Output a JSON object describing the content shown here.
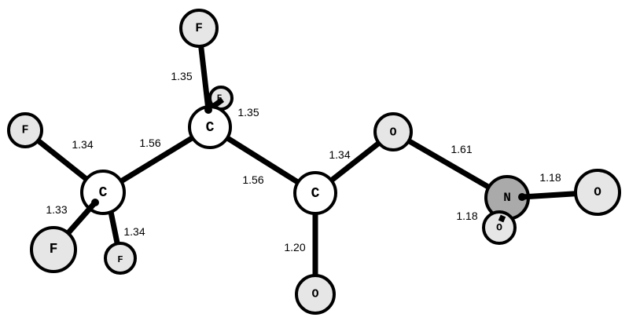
{
  "title": "Molecule ball-and-stick diagram",
  "atoms": {
    "f_top": "F",
    "f_back": "F",
    "c2": "C",
    "f_left": "F",
    "c1": "C",
    "f_bottom_left": "F",
    "f_bottom_small": "F",
    "c3": "C",
    "o_ether": "O",
    "n": "N",
    "o_n_small": "O",
    "o_n_right": "O",
    "o_carbonyl": "O"
  },
  "bond_lengths": {
    "c2_f_top": "1.35",
    "c2_f_back": "1.35",
    "c1_f_left": "1.34",
    "c1_c2": "1.56",
    "c2_c3": "1.56",
    "c1_f_bottom_left": "1.33",
    "c1_f_bottom_small": "1.34",
    "c3_o_carbonyl": "1.20",
    "c3_o_ether": "1.34",
    "o_ether_n": "1.61",
    "n_o_right": "1.18",
    "n_o_small": "1.18"
  },
  "colors": {
    "atom_fill_light": "#e6e6e6",
    "carbon_fill": "#ffffff",
    "nitrogen_fill": "#aaaaaa"
  }
}
